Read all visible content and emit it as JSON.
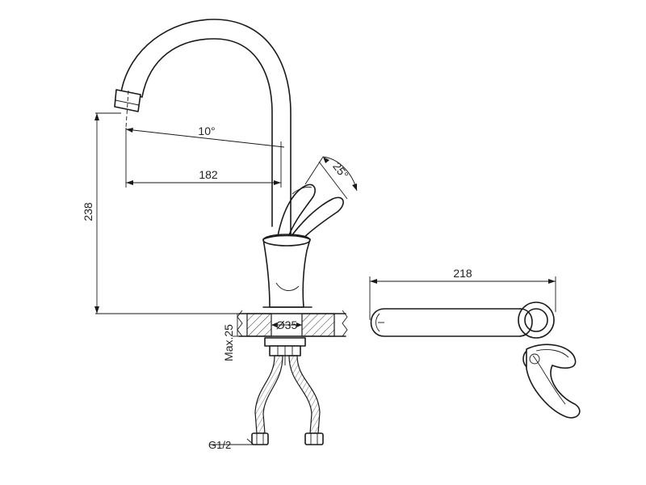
{
  "dimensions": {
    "spout_angle": "10°",
    "spout_reach": "182",
    "total_height": "238",
    "lever_angle": "25°",
    "top_view_length": "218",
    "max_thickness": "Max.25",
    "hole_diameter": "Ø35",
    "thread": "G1/2"
  }
}
